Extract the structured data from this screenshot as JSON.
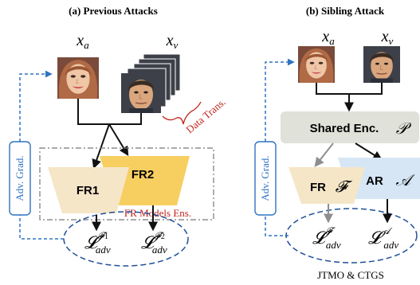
{
  "colors": {
    "dash_blue": "#2f73c2",
    "panel_blue": "#1f4f9a",
    "red": "#c0241c",
    "fr_cream": "#f5e6c8",
    "fr_yellow": "#f7cf60",
    "ar_blue": "#d6e6f5",
    "shared_gray": "#e0e1d8",
    "arrow": "#111111",
    "arrow_gray": "#8e8e8e"
  },
  "left": {
    "title": "(a) Previous Attacks",
    "xa": "x_a",
    "xv": "x_v",
    "data_trans": "Data Trans.",
    "adv_grad": "Adv. Grad.",
    "fr1": "FR1",
    "fr2": "FR2",
    "ensemble_label": "FR Models Ens.",
    "loss1": "𝓛^𝓕1 _adv",
    "loss2": "𝓛^𝓕2 _adv"
  },
  "right": {
    "title": "(b) Sibling Attack",
    "xa": "x_a",
    "xv": "x_v",
    "adv_grad": "Adv. Grad.",
    "shared_enc": "Shared Enc.",
    "shared_sym": "𝒫",
    "fr": "FR",
    "fr_sym": "𝓕",
    "ar": "AR",
    "ar_sym": "𝒜",
    "loss_f": "𝓛^𝓕 _adv",
    "loss_a": "𝓛^𝒜 _adv",
    "footer": "JTMO & CTGS"
  },
  "icons": [
    "face-female-icon",
    "face-male-icon"
  ]
}
